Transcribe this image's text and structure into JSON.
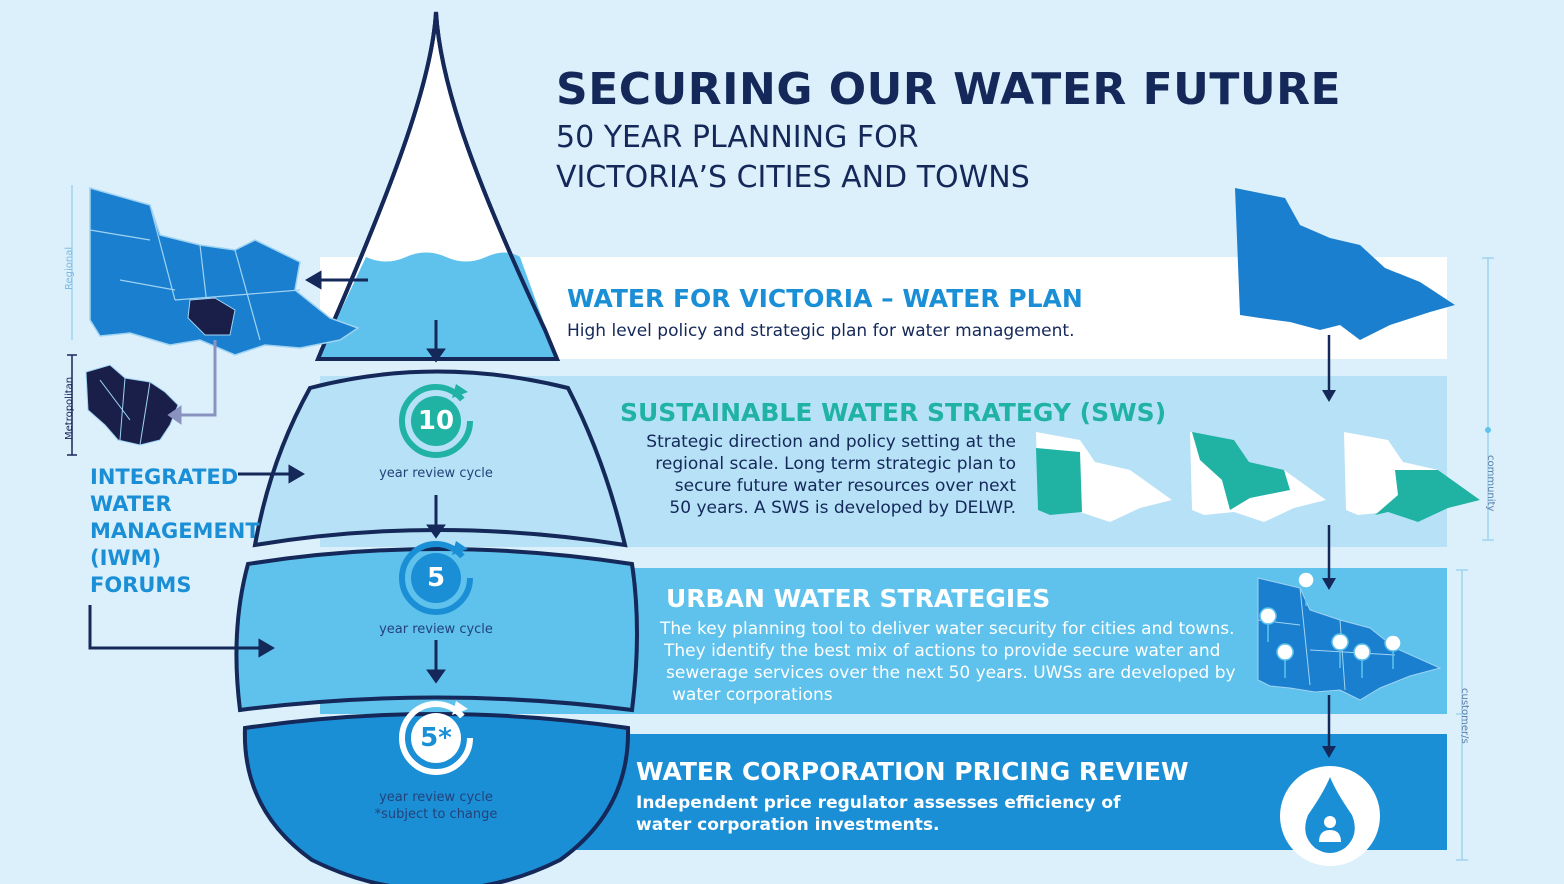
{
  "header": {
    "title": "SECURING OUR WATER FUTURE",
    "subtitle_line1": "50 YEAR PLANNING FOR",
    "subtitle_line2": "VICTORIA’S CITIES AND TOWNS"
  },
  "bands": [
    {
      "title": "WATER FOR VICTORIA – WATER PLAN",
      "description": "High level policy and strategic plan for water management."
    },
    {
      "title": "SUSTAINABLE WATER STRATEGY (SWS)",
      "description_lines": [
        "Strategic direction and policy setting at the",
        "regional scale. Long term strategic plan to",
        "secure future water resources over next",
        "50 years. A SWS is developed by DELWP."
      ]
    },
    {
      "title": "URBAN WATER STRATEGIES",
      "description_lines": [
        "The key planning tool to deliver water security for cities and towns.",
        "They identify the best mix of actions to provide secure water and",
        "sewerage services over the next 50 years. UWSs are developed by",
        "water corporations"
      ]
    },
    {
      "title": "WATER CORPORATION PRICING REVIEW",
      "description_lines": [
        "Independent price regulator assesses efficiency of",
        "water corporation investments."
      ]
    }
  ],
  "cycles": [
    {
      "number": "10",
      "label": "year review cycle"
    },
    {
      "number": "5",
      "label": "year review cycle"
    },
    {
      "number": "5*",
      "label": "year review cycle",
      "note": "*subject to change"
    }
  ],
  "iwm_label": [
    "INTEGRATED",
    "WATER",
    "MANAGEMENT",
    "(IWM)",
    "FORUMS"
  ],
  "side_labels": {
    "regional": "Regional",
    "metropolitan": "Metropolitan",
    "community": "community",
    "customers": "customer/s"
  },
  "icons": [
    "water-drop-icon",
    "person-icon",
    "cycle-arrow-icon",
    "map-pin-icon",
    "down-arrow-icon",
    "right-arrow-icon",
    "left-arrow-icon"
  ],
  "colors": {
    "background": "#dcf0fb",
    "navy": "#142859",
    "band1_bg": "#ffffff",
    "band2_bg": "#b6e1f6",
    "band3_bg": "#5ec2ec",
    "band4_bg": "#1b8fd6",
    "teal": "#20b2a3",
    "blue_title": "#1b8fd6",
    "map_blue": "#1b7fd0",
    "dark_navy_map": "#1a1f4a"
  }
}
